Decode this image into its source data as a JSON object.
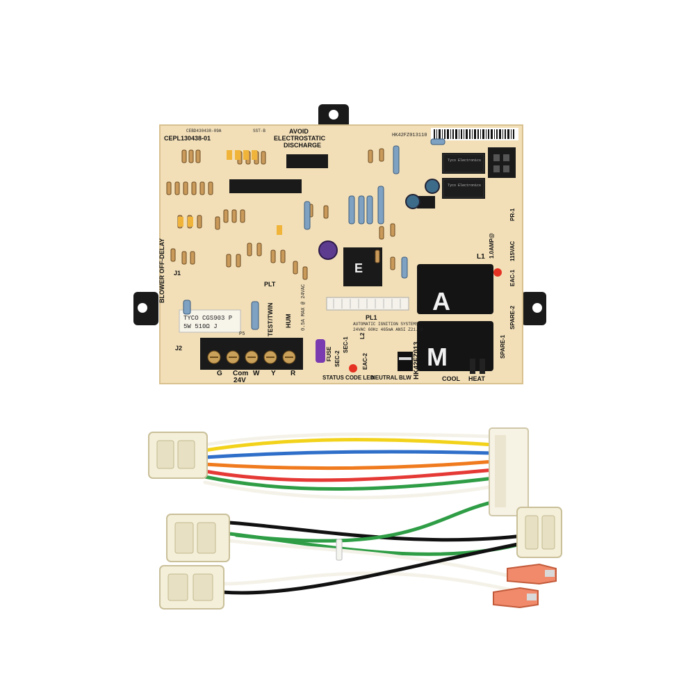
{
  "board": {
    "part_code": "CEPL130438-01",
    "revision": "CEBD430438-09A",
    "serial": "HK42FZ013110",
    "warning_line1": "AVOID",
    "warning_line2": "ELECTROSTATIC",
    "warning_line3": "DISCHARGE",
    "blower_off_delay": "BLOWER OFF-DELAY",
    "plt": "PLT",
    "test_twin": "TEST/TWIN",
    "hum": "HUM",
    "hum_rating": "0.5A MAX @ 24VAC",
    "pl1": "PL1",
    "ignition_line1": "AUTOMATIC IGNITION SYSTEMS",
    "ignition_line2": "24VAC 60Hz 465mA ANSI Z21.20",
    "model_vertical": "HK42FZ013",
    "l1": "L1",
    "l2": "L2",
    "amp_rating": "1.0AMP@",
    "vac": "115VAC",
    "pr1": "PR-1",
    "eac1": "EAC-1",
    "eac2": "EAC-2",
    "spare1": "SPARE-1",
    "spare2": "SPARE-2",
    "sec1": "SEC-1",
    "sec2": "SEC-2",
    "fuse": "FUSE",
    "status_led": "STATUS CODE LED",
    "neutral": "NEUTRAL",
    "blw": "BLW",
    "cool": "COOL",
    "heat": "HEAT",
    "relay_a": "A",
    "relay_m": "M",
    "j1": "J1",
    "j2": "J2",
    "p5": "P5",
    "terminals": [
      "G",
      "Com",
      "W",
      "Y",
      "R"
    ],
    "voltage_24v": "24V",
    "transformer_line1": "TYCO CGS903 P",
    "transformer_line2": "5W  510Ω  J",
    "relay_brand": "Tyco Electronics",
    "sst": "SST-B"
  },
  "harness": {
    "wire_colors": [
      "#2f6fc9",
      "#f07a1e",
      "#e53935",
      "#2e9d45",
      "#f2d21b",
      "#111111",
      "#f4f2e8"
    ]
  }
}
